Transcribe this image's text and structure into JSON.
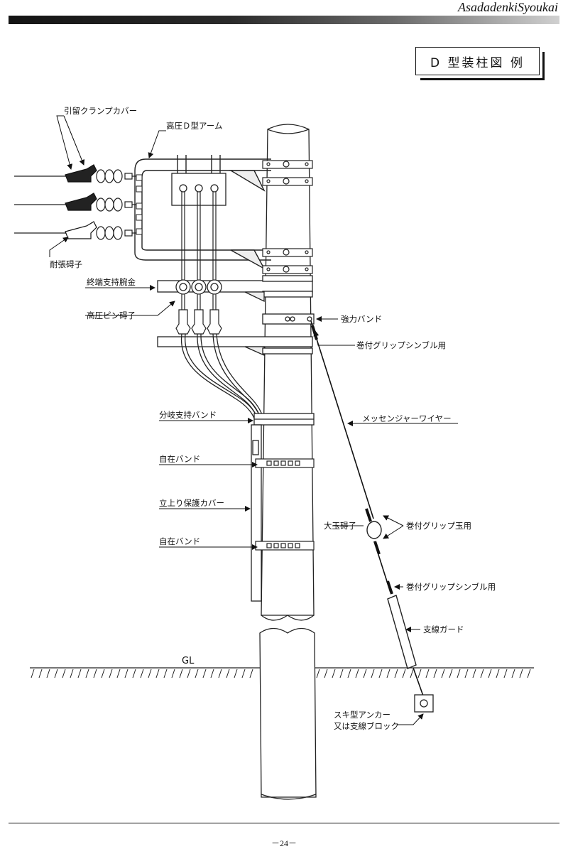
{
  "header": {
    "brand": "AsadadenkiSyoukai"
  },
  "title": "D 型装柱図 例",
  "labels": {
    "clamp_cover": "引留クランプカバー",
    "arm": "高圧Ｄ型アーム",
    "strain_insulator": "耐張碍子",
    "terminal_bracket": "終端支持腕金",
    "pin_insulator": "高圧ピン碍子",
    "strong_band": "強力バンド",
    "grip_thimble_upper": "巻付グリップシンブル用",
    "branch_band": "分岐支持バンド",
    "messenger_wire": "メッセンジャーワイヤー",
    "free_band_1": "自在バンド",
    "riser_cover": "立上り保護カバー",
    "ball_insulator": "大玉碍子",
    "grip_ball": "巻付グリップ玉用",
    "free_band_2": "自在バンド",
    "grip_thimble_lower": "巻付グリップシンブル用",
    "guy_guard": "支線ガード",
    "gl": "GL",
    "anchor_line1": "スキ型アンカー",
    "anchor_line2": "又は支線ブロック"
  },
  "footer": {
    "page_number": "－24－"
  }
}
